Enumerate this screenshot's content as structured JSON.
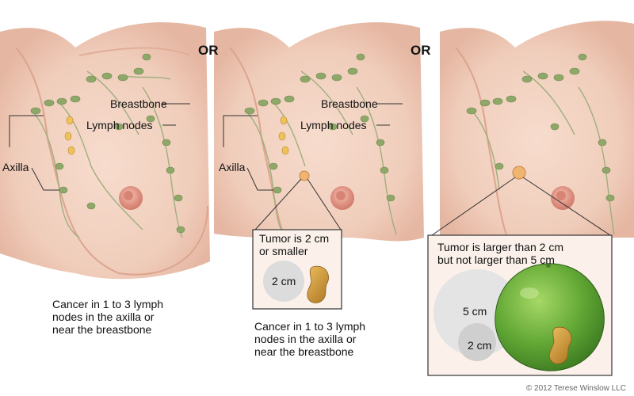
{
  "separators": [
    "OR",
    "OR"
  ],
  "panels": [
    {
      "labels": {
        "breastbone": "Breastbone",
        "lymph_nodes": "Lymph nodes",
        "axilla": "Axilla"
      },
      "caption": [
        "Cancer in 1 to 3 lymph",
        "nodes in the axilla or",
        "near the breastbone"
      ]
    },
    {
      "labels": {
        "breastbone": "Breastbone",
        "lymph_nodes": "Lymph nodes",
        "axilla": "Axilla"
      },
      "inset": {
        "title": [
          "Tumor is 2 cm",
          "or smaller"
        ],
        "size_label": "2 cm"
      },
      "caption": [
        "Cancer in 1 to 3 lymph",
        "nodes in the axilla or",
        "near the breastbone"
      ]
    },
    {
      "inset": {
        "title": [
          "Tumor is larger than 2 cm",
          "but not larger than 5 cm"
        ],
        "big_label": "5 cm",
        "small_label": "2 cm"
      }
    }
  ],
  "credit": "© 2012 Terese Winslow LLC",
  "colors": {
    "skin": "#f3d5c6",
    "skin_shadow": "#e9b9a5",
    "node": "#8fa86a",
    "tumor": "#e9a35a",
    "lime": "#6bb03a",
    "peanut": "#c9902f"
  }
}
